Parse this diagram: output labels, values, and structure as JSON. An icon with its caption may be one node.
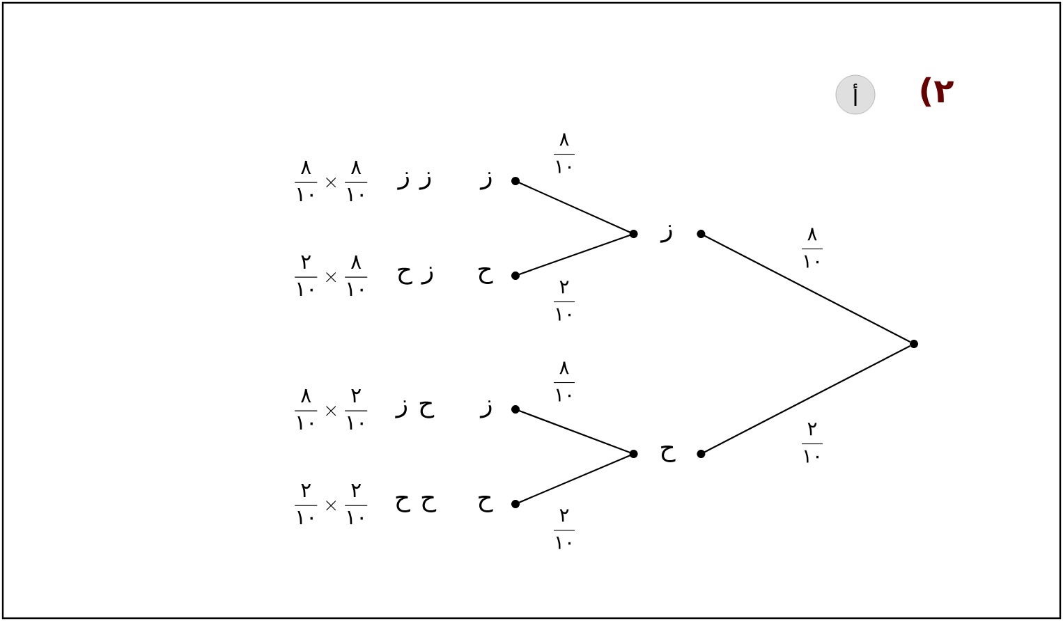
{
  "diagram": {
    "nodes": [
      {
        "text": [
          "أ"
        ]
      },
      {
        "text": [],
        "shape": "circle"
      },
      {
        "text": [
          "ز"
        ]
      },
      {
        "text": [
          "ح"
        ]
      },
      {
        "text": [
          "ز"
        ]
      },
      {
        "text": [
          "ح"
        ]
      },
      {
        "text": [
          "ز"
        ]
      },
      {
        "text": [
          "ح"
        ]
      }
    ],
    "edges": [
      {
        "from": 1,
        "to": 2,
        "arrow": "none",
        "label": "\\frac{\\text{٨}}{\\text{١٠}}"
      },
      {
        "from": 1,
        "to": 3,
        "arrow": "none",
        "label": "\\frac{\\text{٢}}{\\text{١٠}}"
      },
      {
        "from": 2,
        "to": 4,
        "arrow": "none",
        "label": "\\frac{\\text{٨}}{\\text{١٠}}"
      },
      {
        "from": 2,
        "to": 5,
        "arrow": "none",
        "label": "\\frac{\\text{٢}}{\\text{١٠}}"
      },
      {
        "from": 3,
        "to": 6,
        "arrow": "none",
        "label": "\\frac{\\text{٨}}{\\text{١٠}}"
      },
      {
        "from": 3,
        "to": 7,
        "arrow": "none",
        "label": "\\frac{\\text{٢}}{\\text{١٠}}"
      }
    ],
    "labels": [
      "(٢",
      "ز ز",
      "\\frac{\\text{٨}}{\\text{١٠}} \\times \\frac{\\text{٨}}{\\text{١٠}}",
      "ز ح",
      "\\frac{\\text{٢}}{\\text{١٠}} \\times \\frac{\\text{٨}}{\\text{١٠}}",
      "ح ز",
      "\\frac{\\text{٨}}{\\text{١٠}} \\times \\frac{\\text{٢}}{\\text{١٠}}",
      "ح ح",
      "\\frac{\\text{٢}}{\\text{١٠}} \\times \\frac{\\text{٢}}{\\text{١٠}}"
    ]
  }
}
